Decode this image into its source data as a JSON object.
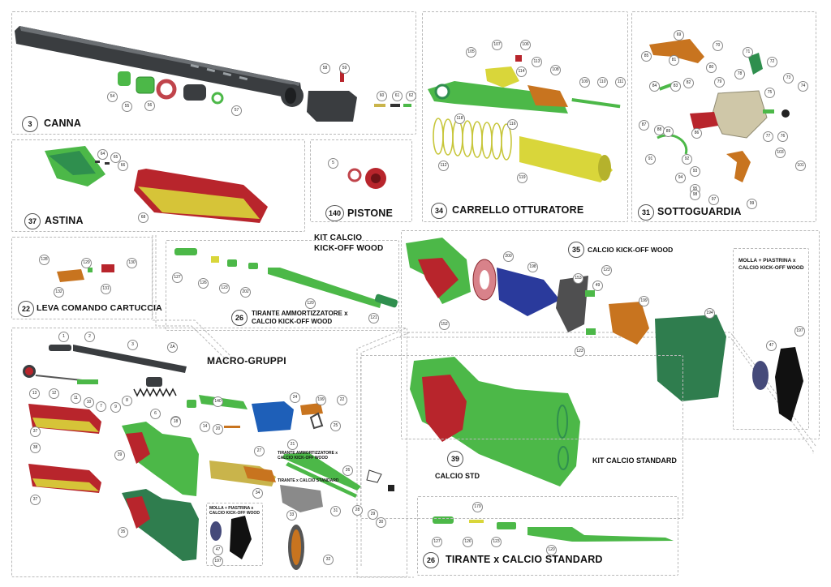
{
  "panels": {
    "canna": {
      "num": "3",
      "title": "CANNA"
    },
    "carrello": {
      "num": "34",
      "title": "CARRELLO OTTURATORE"
    },
    "sottoguardia": {
      "num": "31",
      "title": "SOTTOGUARDIA"
    },
    "astina": {
      "num": "37",
      "title": "ASTINA"
    },
    "pistone": {
      "num": "140",
      "title": "PISTONE"
    },
    "leva": {
      "num": "22",
      "title": "LEVA COMANDO CARTUCCIA"
    },
    "kit_kickoff": {
      "title_line1": "KIT CALCIO",
      "title_line2": "KICK-OFF WOOD",
      "num": "26",
      "sub_line1": "TIRANTE AMMORTIZZATORE x",
      "sub_line2": "CALCIO KICK-OFF WOOD"
    },
    "calcio_kickoff": {
      "num": "35",
      "title": "CALCIO KICK-OFF WOOD",
      "molla_line1": "MOLLA + PIASTRINA x",
      "molla_line2": "CALCIO KICK-OFF WOOD"
    },
    "macro": {
      "title": "MACRO-GRUPPI",
      "note1_line1": "TIRANTE AMMORTIZZATORE x",
      "note1_line2": "CALCIO KICK-OFF WOOD",
      "note2": "TIRANTE x CALCIO STANDARD",
      "molla_line1": "MOLLA + PIASTRINA x",
      "molla_line2": "CALCIO KICK-OFF WOOD"
    },
    "calcio_std": {
      "num": "39",
      "title": "CALCIO STD",
      "kit_title": "KIT CALCIO STANDARD"
    },
    "tirante_std": {
      "num": "26",
      "title": "TIRANTE x CALCIO STANDARD"
    }
  },
  "callouts": {
    "canna": [
      "54",
      "55",
      "56",
      "57",
      "58",
      "59",
      "60",
      "61",
      "62"
    ],
    "astina": [
      "64",
      "65",
      "66",
      "68"
    ],
    "pistone": [
      "5"
    ],
    "carrello": [
      "105",
      "107",
      "106",
      "113",
      "114",
      "108",
      "109",
      "110",
      "111",
      "118",
      "116",
      "112",
      "119"
    ],
    "sottoguardia": [
      "69",
      "70",
      "85",
      "81",
      "80",
      "71",
      "72",
      "84",
      "83",
      "82",
      "79",
      "78",
      "73",
      "74",
      "75",
      "87",
      "88",
      "86",
      "77",
      "76",
      "89",
      "91",
      "92",
      "93",
      "103",
      "101",
      "94",
      "95",
      "97",
      "98",
      "99"
    ],
    "leva": [
      "128",
      "129",
      "130",
      "131",
      "132"
    ],
    "kit_kickoff": [
      "127",
      "126",
      "123",
      "202",
      "120",
      "121"
    ],
    "calcio_kickoff": [
      "152",
      "200",
      "198",
      "153",
      "123",
      "49",
      "199",
      "194",
      "123",
      "47",
      "197"
    ],
    "macro": [
      "1",
      "2",
      "3",
      "2A",
      "13",
      "12",
      "11",
      "10",
      "7",
      "9",
      "8",
      "6",
      "15",
      "140",
      "18",
      "14",
      "20",
      "24",
      "199",
      "22",
      "25",
      "21",
      "37",
      "38",
      "39",
      "27",
      "26",
      "28",
      "29",
      "30",
      "31",
      "33",
      "32",
      "34",
      "37",
      "35",
      "47",
      "197"
    ],
    "tirante_std": [
      "179",
      "127",
      "126",
      "123",
      "120"
    ]
  },
  "colors": {
    "barrel": "#3a3d40",
    "green": "#4cb848",
    "dark_green": "#2f8f4e",
    "red": "#b8252c",
    "yellow": "#d9d63a",
    "orange": "#c8741f",
    "blue": "#2a3a9c",
    "grey": "#7a7a7a"
  }
}
